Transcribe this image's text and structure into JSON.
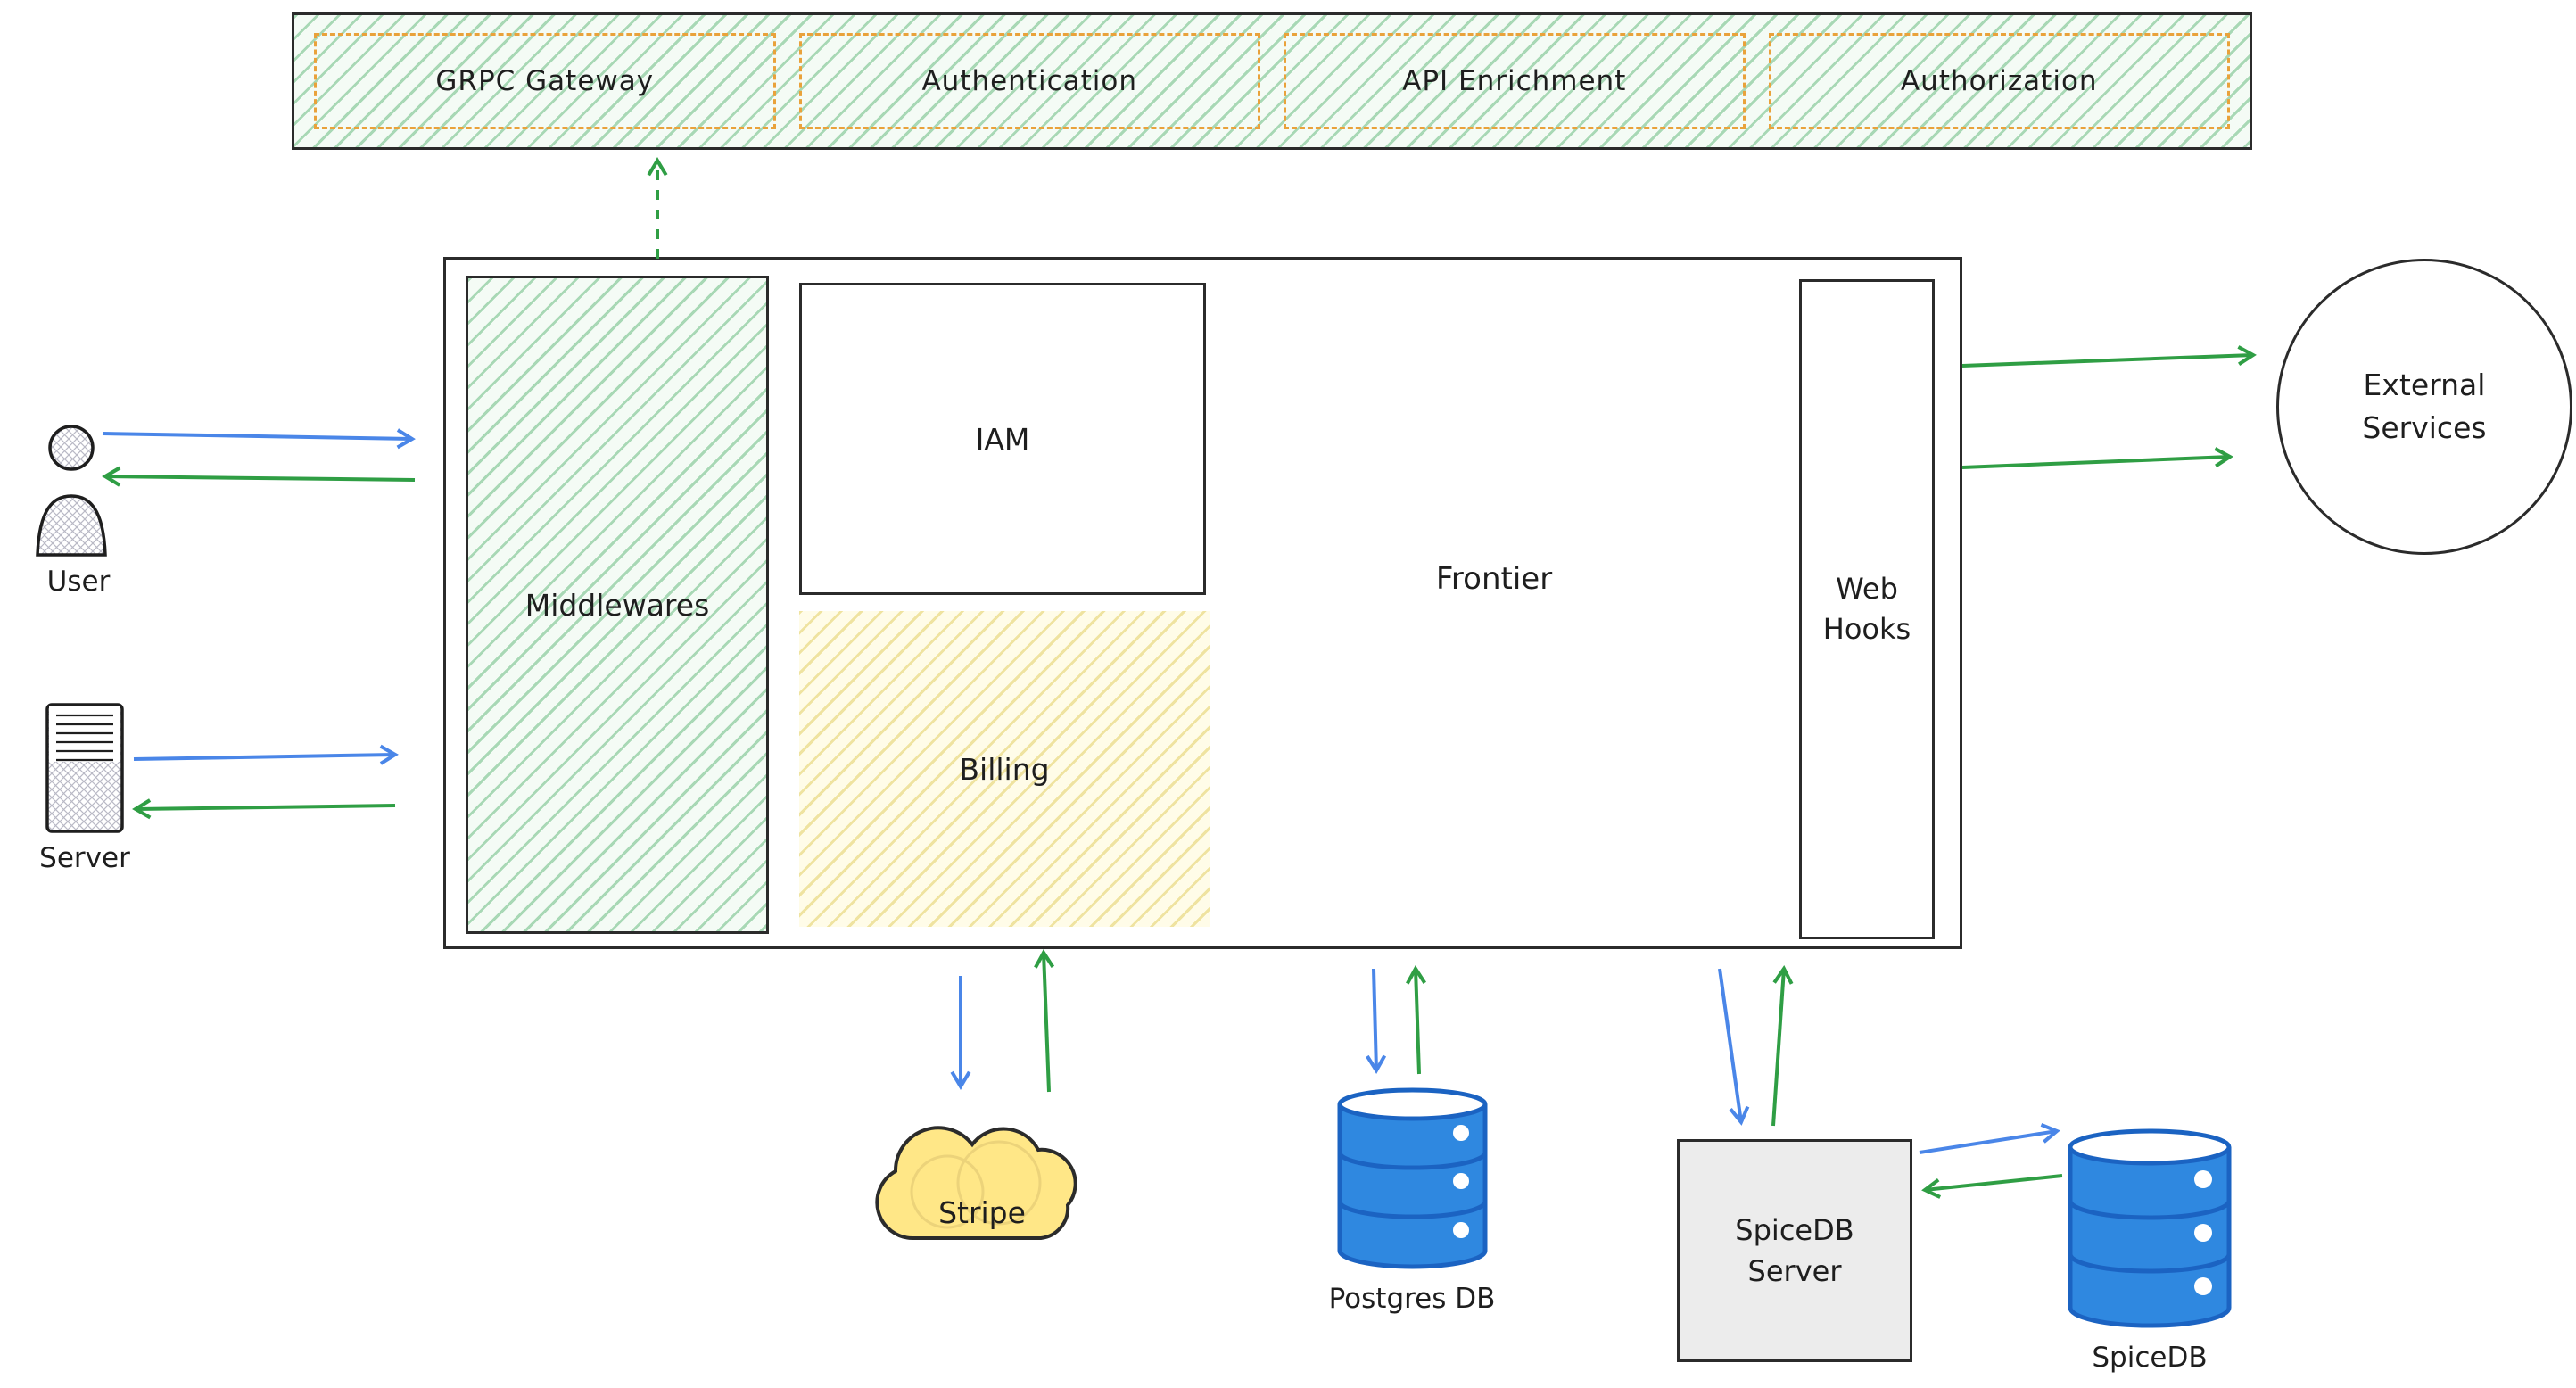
{
  "top_bar": {
    "items": [
      {
        "label": "GRPC Gateway"
      },
      {
        "label": "Authentication"
      },
      {
        "label": "API Enrichment"
      },
      {
        "label": "Authorization"
      }
    ]
  },
  "frontier": {
    "label": "Frontier",
    "middlewares_label": "Middlewares",
    "iam_label": "IAM",
    "billing_label": "Billing",
    "webhooks_label": "Web Hooks"
  },
  "actors": {
    "user_label": "User",
    "server_label": "Server"
  },
  "external_services_label": "External Services",
  "stripe_label": "Stripe",
  "postgres_label": "Postgres DB",
  "spicedb_server_label": "SpiceDB Server",
  "spicedb_label": "SpiceDB",
  "icons": {
    "user": "person-icon",
    "server": "server-rack-icon",
    "stripe": "cloud-icon",
    "postgres": "database-cylinder-icon",
    "spicedb": "database-cylinder-icon",
    "external_services": "circle-node"
  },
  "colors": {
    "arrow_blue": "#4a86e8",
    "arrow_green": "#2f9e44",
    "dashed_border_orange": "#e9a23b",
    "hatch_green_line": "#a8d8b5",
    "hatch_green_bg": "#f4fbf5",
    "hatch_yellow_line": "#efe3a0",
    "hatch_yellow_bg": "#fffce8",
    "cylinder_blue": "#2f88e0",
    "cylinder_stroke": "#1b63c2",
    "cloud_yellow": "#ffe787",
    "box_gray": "#ececec",
    "stroke_dark": "#2b2b2b"
  }
}
